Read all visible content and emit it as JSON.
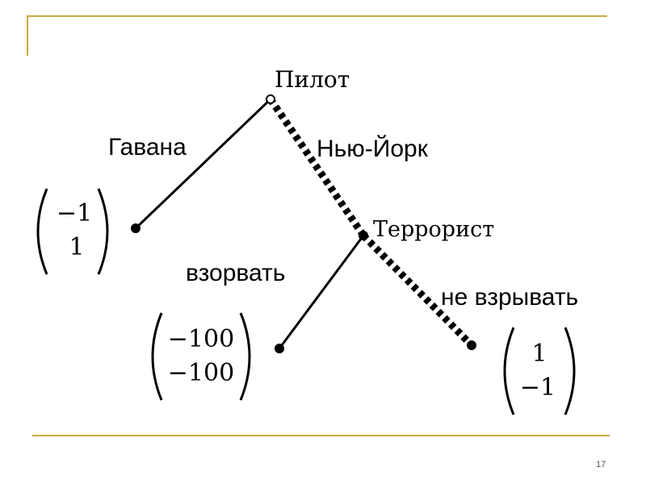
{
  "slide": {
    "page_number": "17"
  },
  "tree": {
    "root_player": "Пилот",
    "second_player": "Террорист",
    "moves": {
      "havana": "Гавана",
      "new_york": "Нью-Йорк",
      "blow_up": "взорвать",
      "not_blow_up": "не взрывать"
    },
    "payoffs": {
      "havana": {
        "pilot": "−1",
        "terrorist": "1"
      },
      "blow_up": {
        "pilot": "−100",
        "terrorist": "−100"
      },
      "not_blow_up": {
        "pilot": "1",
        "terrorist": "−1"
      }
    }
  }
}
